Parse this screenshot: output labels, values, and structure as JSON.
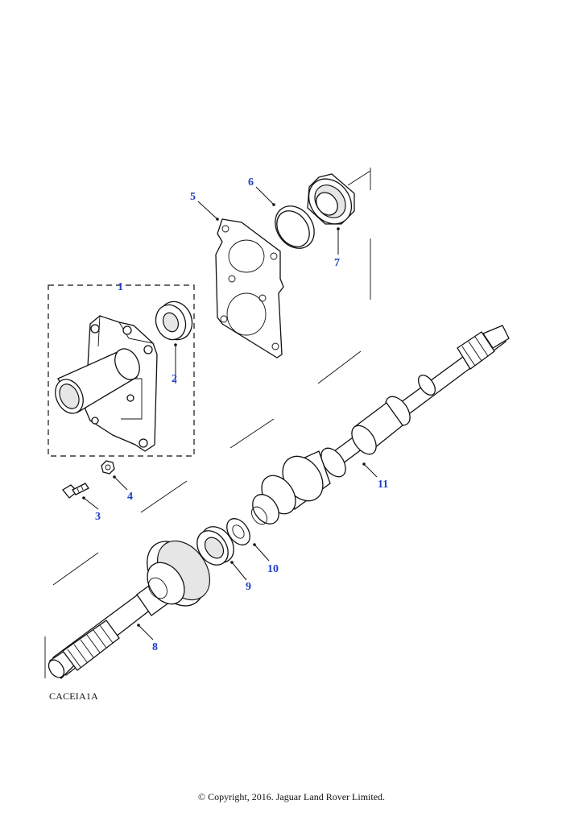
{
  "diagram": {
    "reference_code": "CACEIA1A",
    "copyright": "© Copyright, 2016. Jaguar Land Rover Limited.",
    "callouts": [
      {
        "id": "1",
        "label": "1"
      },
      {
        "id": "2",
        "label": "2"
      },
      {
        "id": "3",
        "label": "3"
      },
      {
        "id": "4",
        "label": "4"
      },
      {
        "id": "5",
        "label": "5"
      },
      {
        "id": "6",
        "label": "6"
      },
      {
        "id": "7",
        "label": "7"
      },
      {
        "id": "8",
        "label": "8"
      },
      {
        "id": "9",
        "label": "9"
      },
      {
        "id": "10",
        "label": "10"
      },
      {
        "id": "11",
        "label": "11"
      }
    ],
    "callout_color": "#1f3fc6"
  }
}
